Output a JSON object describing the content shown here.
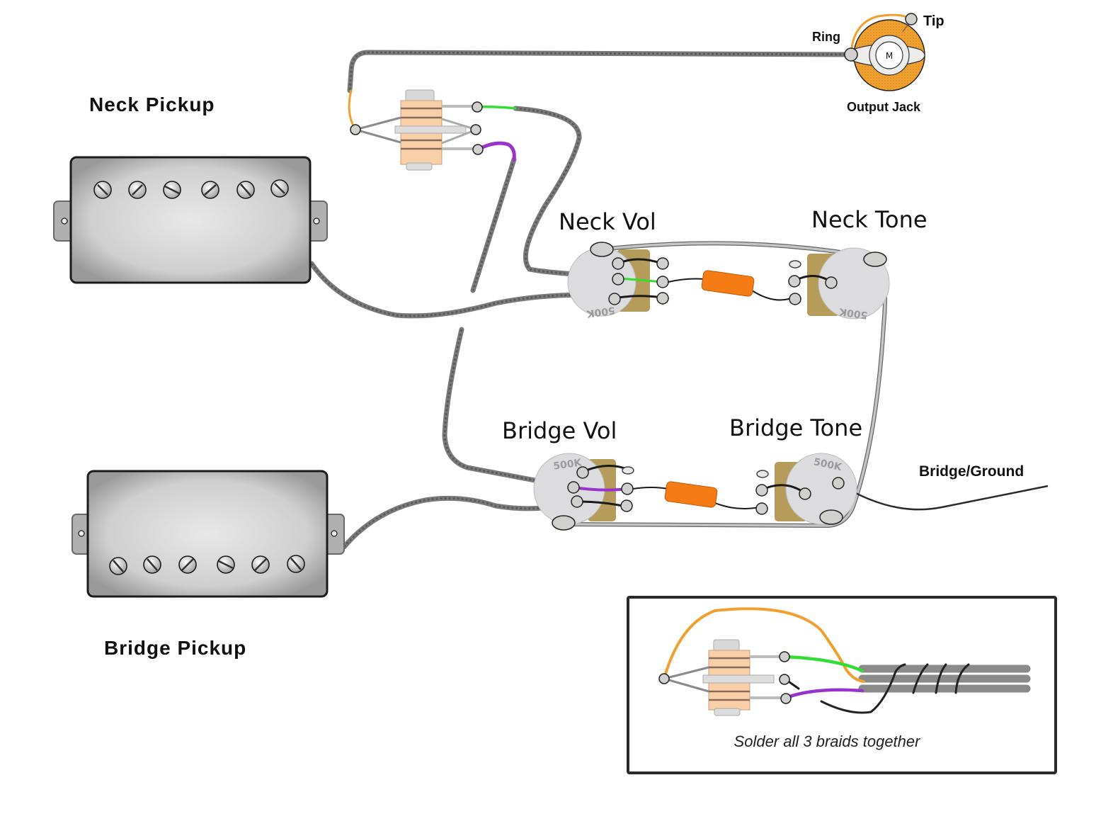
{
  "labels": {
    "neck_pickup": "Neck Pickup",
    "bridge_pickup": "Bridge Pickup",
    "neck_vol": "Neck Vol",
    "neck_tone": "Neck Tone",
    "bridge_vol": "Bridge Vol",
    "bridge_tone": "Bridge Tone",
    "output_jack": "Output Jack",
    "ring": "Ring",
    "tip": "Tip",
    "jack_center": "M",
    "bridge_ground": "Bridge/Ground",
    "pot_value": "500K",
    "inset_caption": "Solder all 3 braids together"
  },
  "components": {
    "pots": [
      {
        "id": "neck-vol",
        "value": "500K"
      },
      {
        "id": "neck-tone",
        "value": "500K"
      },
      {
        "id": "bridge-vol",
        "value": "500K"
      },
      {
        "id": "bridge-tone",
        "value": "500K"
      }
    ],
    "pickups": [
      {
        "id": "neck-pickup",
        "pole_screws": 6
      },
      {
        "id": "bridge-pickup",
        "pole_screws": 6
      }
    ],
    "capacitors": [
      "neck-tone-cap",
      "bridge-tone-cap"
    ],
    "switch": "three-way-toggle-switch",
    "jack": "output-jack"
  },
  "colors": {
    "braid": "#7a7a7a",
    "orange_wire": "#f0a030",
    "green_wire": "#33dd33",
    "purple_wire": "#9933cc",
    "black_wire": "#1a1a1a",
    "capacitor": "#f57c14",
    "jack_ring": "#f0a030",
    "switch_body": "#f9cfa8",
    "pot_body": "#dcdcde",
    "pot_tab": "#b59c5a",
    "ground_wire": "#b8b8bc"
  }
}
